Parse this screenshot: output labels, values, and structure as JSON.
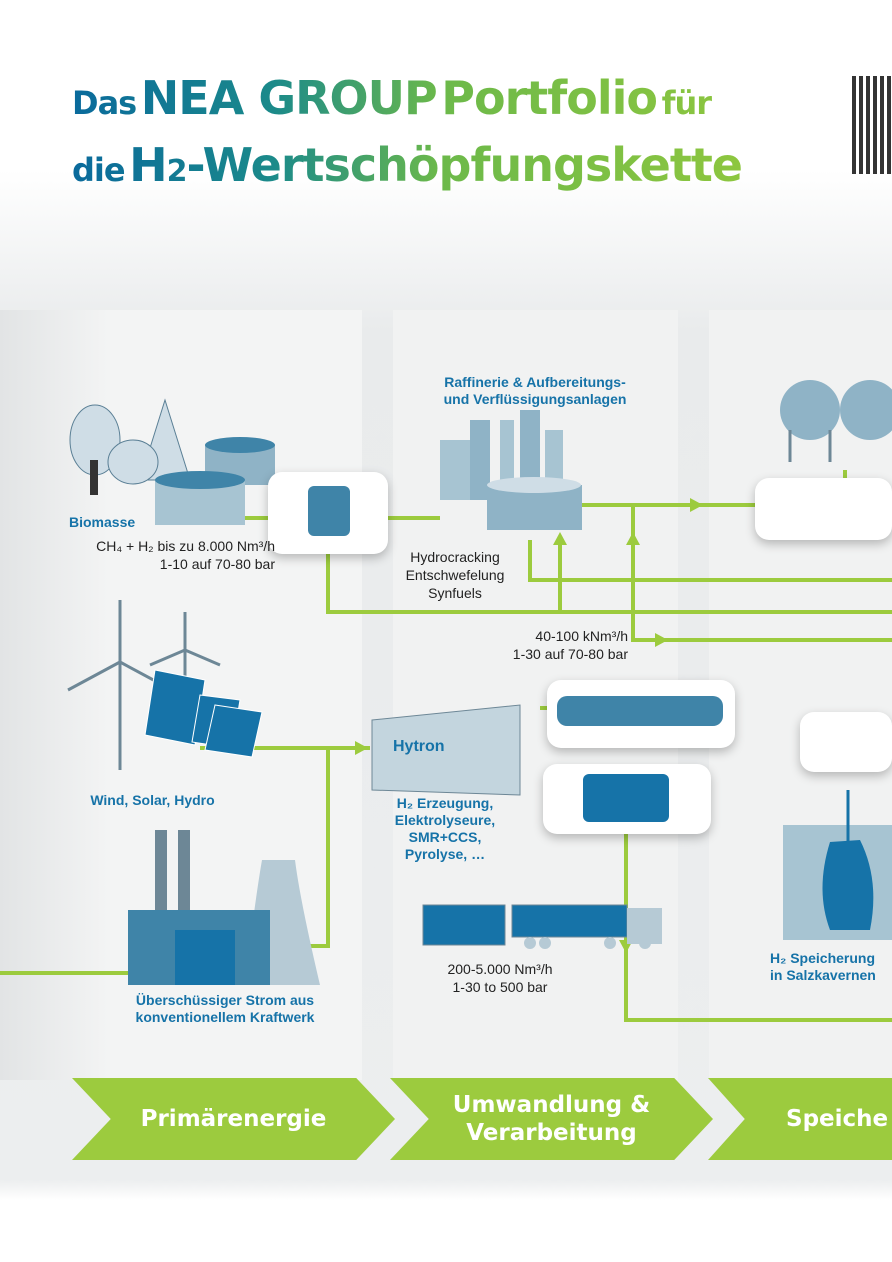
{
  "header": {
    "line1": {
      "das": "Das",
      "nea": "NEA GROUP",
      "portfolio": "Portfolio",
      "fuer": "für"
    },
    "line2": {
      "die": "die",
      "h": "H",
      "sub": "2",
      "rest": "-Wertschöpfungskette"
    }
  },
  "primary": {
    "biomasse": {
      "title": "Biomasse",
      "line1": "CH₄ + H₂ bis zu 8.000 Nm³/h",
      "line2": "1-10 auf 70-80 bar"
    },
    "renewables": "Wind, Solar, Hydro",
    "kraftwerk": {
      "line1": "Überschüssiger Strom aus",
      "line2": "konventionellem Kraftwerk"
    }
  },
  "conversion": {
    "raffinerie": {
      "line1": "Raffinerie & Aufbereitungs-",
      "line2": "und Verflüssigungsanlagen"
    },
    "processes": [
      "Hydrocracking",
      "Entschwefelung",
      "Synfuels"
    ],
    "flow1": {
      "line1": "40-100 kNm³/h",
      "line2": "1-30 auf 70-80 bar"
    },
    "electrolyzer_brand": "Hytron",
    "erzeugung": {
      "line1": "H₂ Erzeugung,",
      "line2": "Elektrolyseure,",
      "line3": "SMR+CCS,",
      "line4": "Pyrolyse, …"
    },
    "flow2": {
      "line1": "200-5.000 Nm³/h",
      "line2": "1-30 to 500 bar"
    }
  },
  "storage": {
    "line1": "H₂ Speicherung",
    "line2": "in Salzkavernen"
  },
  "stages": [
    "Primärenergie",
    "Umwandlung &\nVerarbeitung",
    "Speiche"
  ],
  "colors": {
    "green": "#9ccb3e",
    "blue": "#1673a8",
    "teal": "#1b8a8a"
  }
}
